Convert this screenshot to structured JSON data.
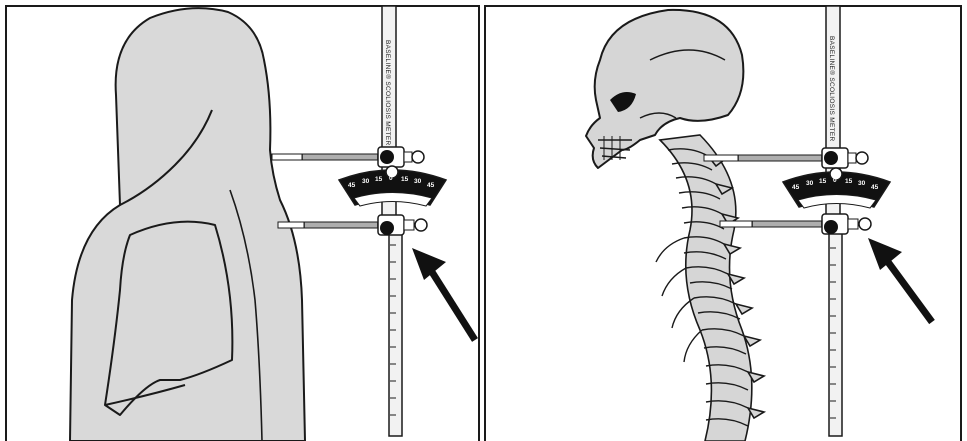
{
  "panels": [
    {
      "id": "left",
      "subject": "person-silhouette",
      "device_label": "BASELINE® SCOLIOSIS METER",
      "scale_labels": [
        "45",
        "30",
        "15",
        "0",
        "15",
        "30",
        "45"
      ]
    },
    {
      "id": "right",
      "subject": "skeleton-skull-and-spine",
      "device_label": "BASELINE® SCOLIOSIS METER",
      "scale_labels": [
        "45",
        "30",
        "15",
        "0",
        "15",
        "30",
        "45"
      ]
    }
  ],
  "colors": {
    "frame": "#1a1a1a",
    "silhouette_fill": "#d9d9d9",
    "bone_fill": "#d6d6d6",
    "metal": "#f2f2f2",
    "ink": "#111111"
  },
  "icons": [
    "arrow-up-left-icon",
    "knob-icon",
    "dial-icon"
  ]
}
